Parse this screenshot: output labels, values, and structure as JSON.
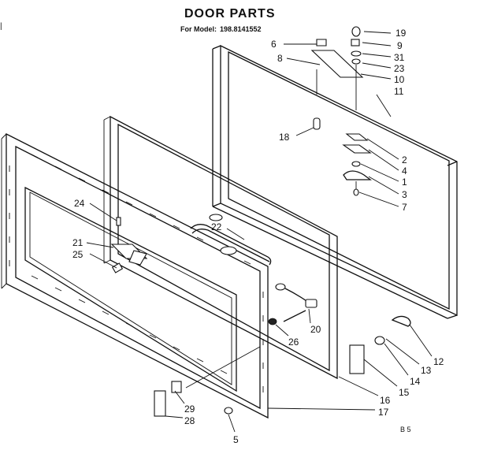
{
  "title": "DOOR PARTS",
  "model_label": "For Model:",
  "model_number": "198.8141552",
  "drawing_code": "B 5",
  "edge_mark": "|",
  "callouts": [
    "19",
    "9",
    "31",
    "23",
    "10",
    "11",
    "6",
    "8",
    "18",
    "2",
    "4",
    "1",
    "3",
    "7",
    "24",
    "21",
    "25",
    "22",
    "20",
    "26",
    "12",
    "13",
    "14",
    "15",
    "16",
    "17",
    "29",
    "28",
    "5"
  ]
}
